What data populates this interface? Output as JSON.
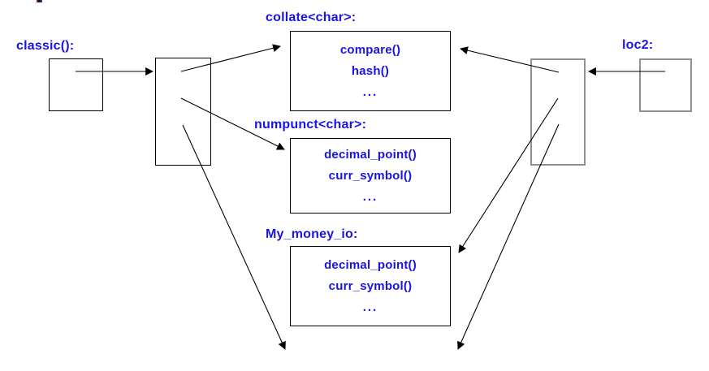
{
  "diagram": {
    "labels": {
      "classic": "classic():",
      "collate": "collate<char>:",
      "loc2": "loc2:",
      "numpunct": "numpunct<char>:",
      "my_money_io": "My_money_io:"
    },
    "boxes": {
      "collate": {
        "items": [
          "compare()",
          "hash()",
          "..."
        ]
      },
      "numpunct": {
        "items": [
          "decimal_point()",
          "curr_symbol()",
          "..."
        ]
      },
      "my_money_io": {
        "items": [
          "decimal_point()",
          "curr_symbol()",
          "..."
        ]
      }
    },
    "colors": {
      "label_blue": "#1a13e6",
      "box_border_black": "#000000",
      "box_border_gray": "#8f8f8f",
      "arrow_black": "#000000"
    }
  }
}
